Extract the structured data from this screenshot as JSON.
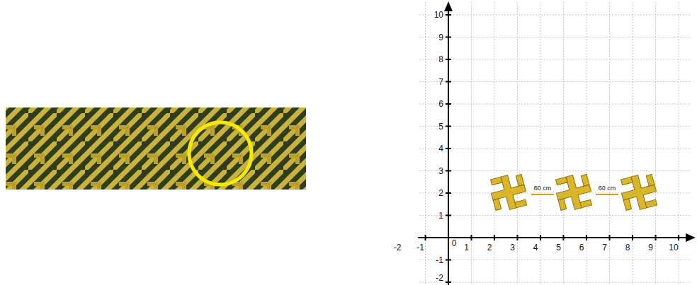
{
  "diagram": {
    "labels": [
      "10",
      "9",
      "8",
      "7",
      "6",
      "5",
      "4",
      "3",
      "2",
      "1",
      "-2",
      "-1",
      "0",
      "1",
      "2",
      "3",
      "4",
      "5",
      "6",
      "7",
      "8",
      "9",
      "10",
      "-1",
      "-2",
      "60 cm",
      "60 cm"
    ]
  }
}
